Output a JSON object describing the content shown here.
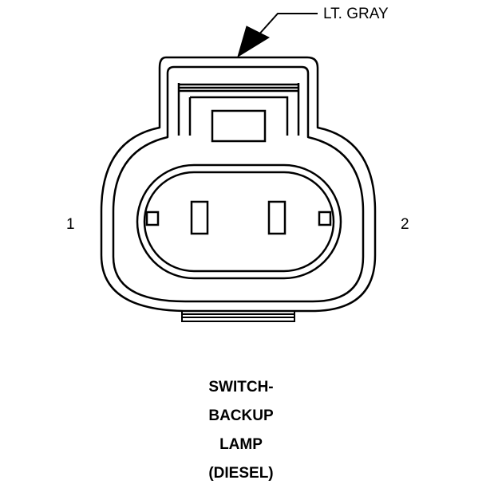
{
  "connector": {
    "wire_color_label": "LT. GRAY",
    "pins": [
      {
        "label": "1"
      },
      {
        "label": "2"
      }
    ]
  },
  "caption": {
    "lines": [
      "SWITCH-",
      "BACKUP",
      "LAMP",
      "(DIESEL)"
    ]
  }
}
